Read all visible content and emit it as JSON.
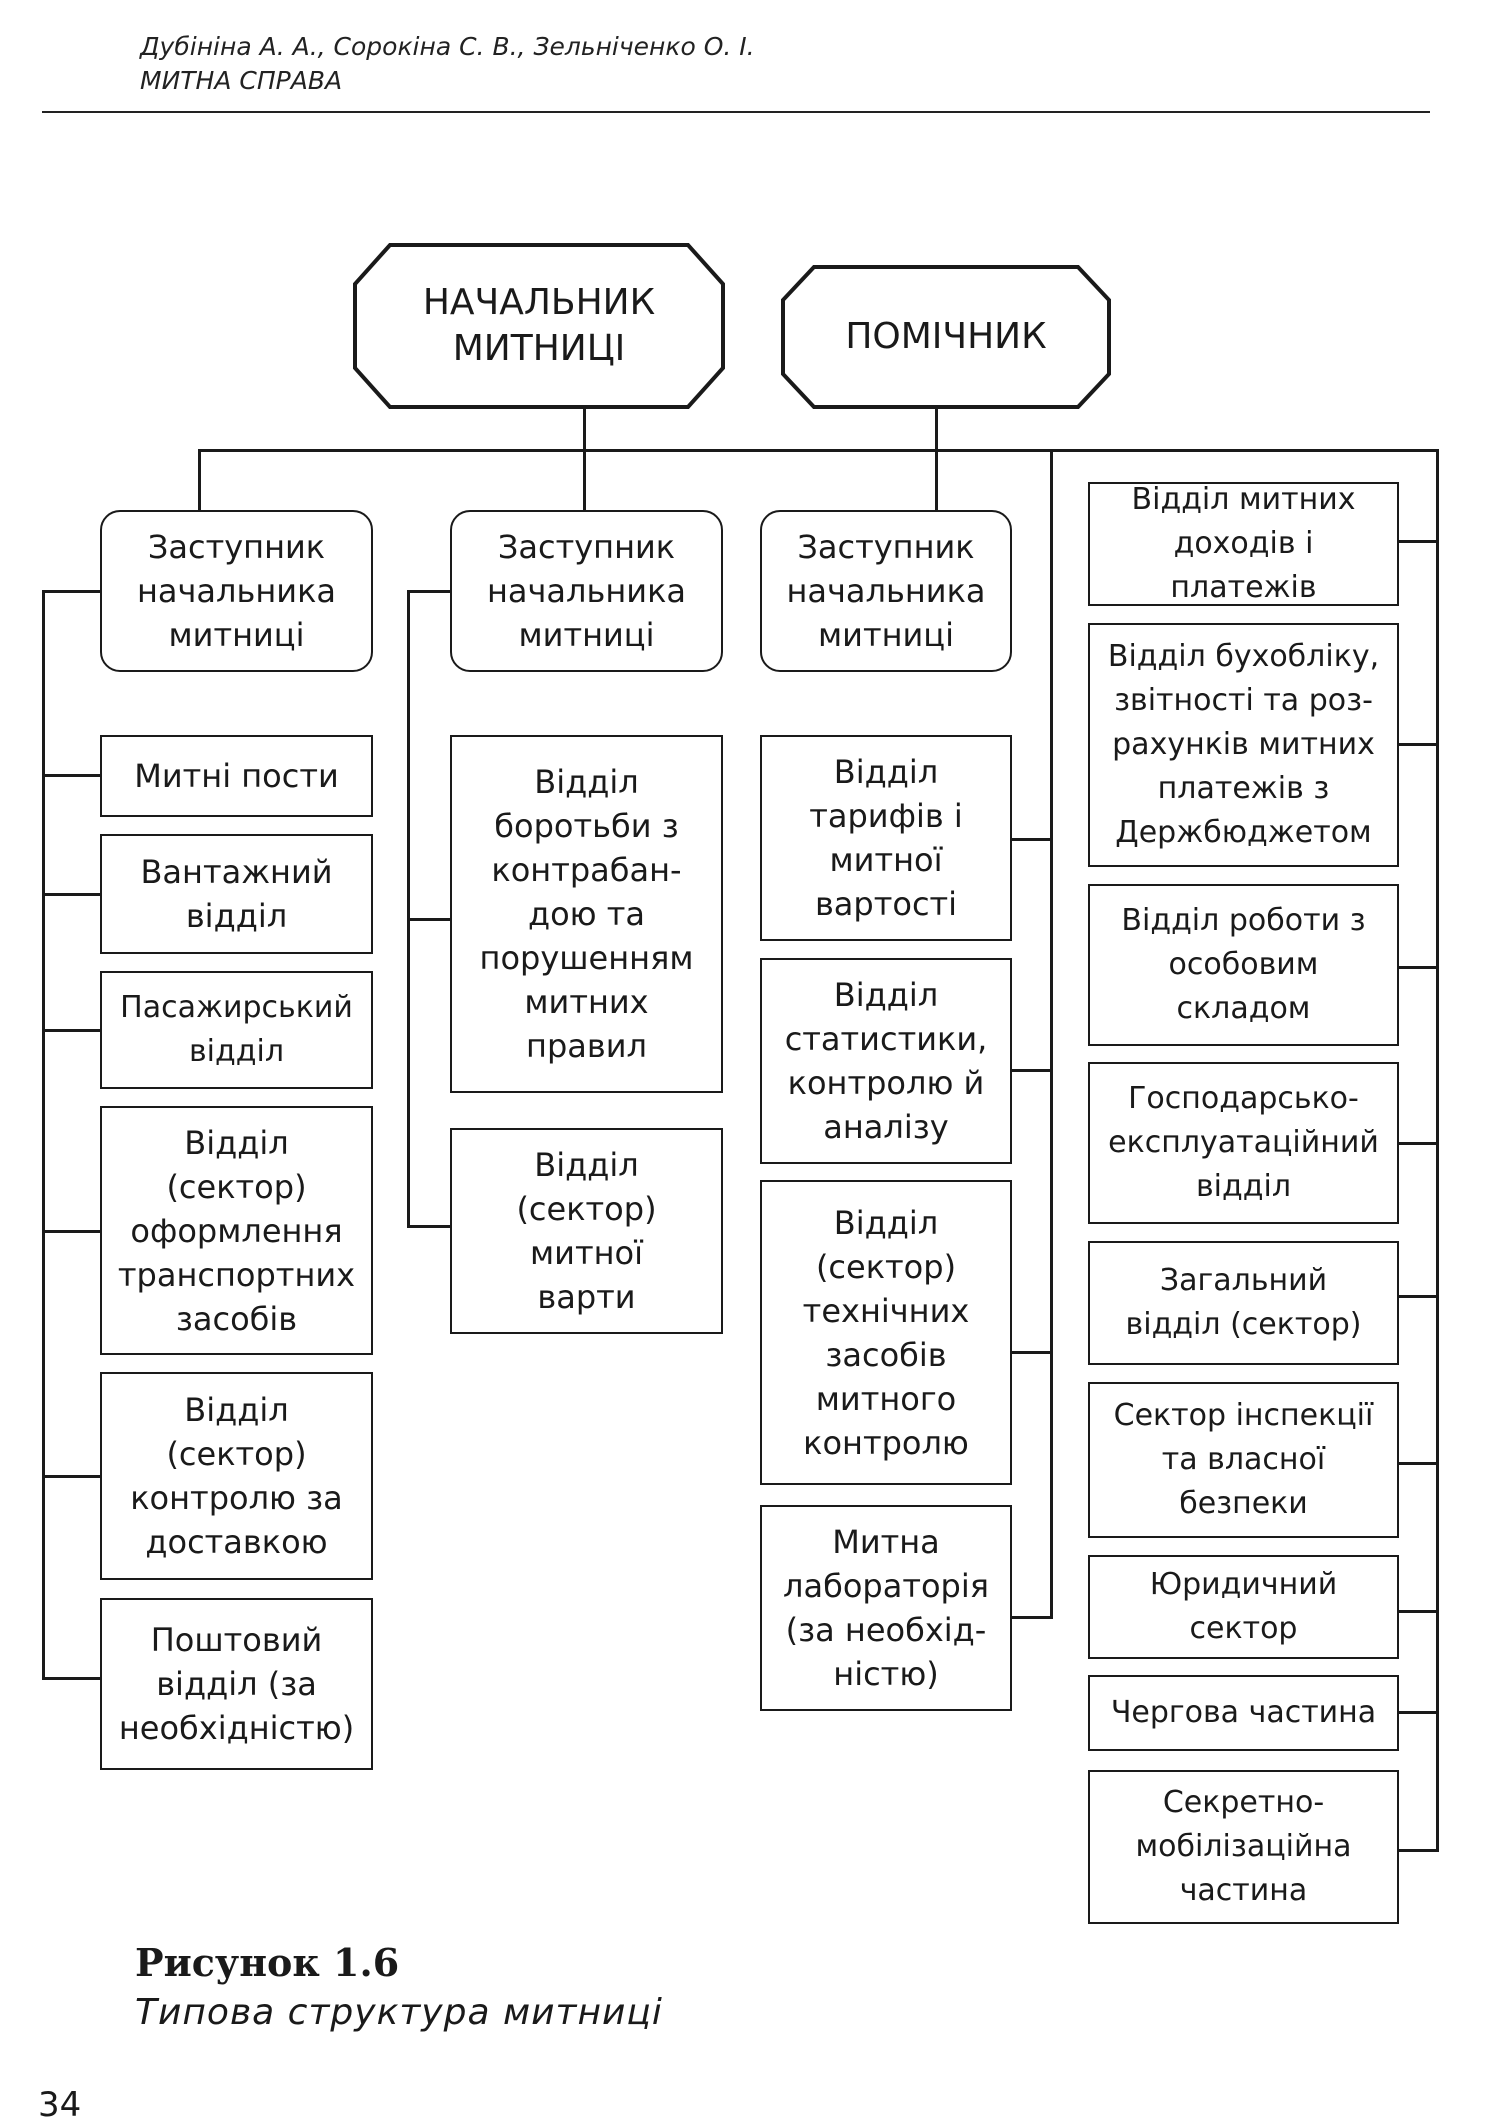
{
  "header": {
    "authors": "Дубініна А. А., Сорокіна С. В., Зельніченко О. І.",
    "book_title": "МИТНА СПРАВА"
  },
  "diagram": {
    "head": "НАЧАЛЬНИК\nМИТНИЦІ",
    "assistant": "ПОМІЧНИК",
    "deputy_1": "Заступник\nначальника\nмитниці",
    "deputy_2": "Заступник\nначальника\nмитниці",
    "deputy_3": "Заступник\nначальника\nмитниці",
    "col1": [
      "Митні пости",
      "Вантажний\nвідділ",
      "Пасажирський\nвідділ",
      "Відділ\n(сектор)\nоформлення\nтранспортних\nзасобів",
      "Відділ\n(сектор)\nконтролю за\nдоставкою",
      "Поштовий\nвідділ (за\nнеобхідністю)"
    ],
    "col2": [
      "Відділ\nборотьби з\nконтрабан-\nдою та\nпорушенням\nмитних\nправил",
      "Відділ\n(сектор)\nмитної\nварти"
    ],
    "col3": [
      "Відділ\nтарифів і\nмитної\nвартості",
      "Відділ\nстатистики,\nконтролю й\nаналізу",
      "Відділ\n(сектор)\nтехнічних\nзасобів\nмитного\nконтролю",
      "Митна\nлабораторія\n(за необхід-\nністю)"
    ],
    "col4": [
      "Відділ митних\nдоходів і платежів",
      "Відділ бухобліку,\nзвітності та роз-\nрахунків митних\nплатежів з\nДержбюджетом",
      "Відділ роботи з\nособовим\nскладом",
      "Господарсько-\nексплуатаційний\nвідділ",
      "Загальний\nвідділ (сектор)",
      "Сектор інспекції\nта власної\nбезпеки",
      "Юридичний\nсектор",
      "Чергова частина",
      "Секретно-\nмобілізаційна\nчастина"
    ]
  },
  "caption": {
    "title": "Рисунок 1.6",
    "subtitle": "Типова структура митниці"
  },
  "page_number": "34"
}
